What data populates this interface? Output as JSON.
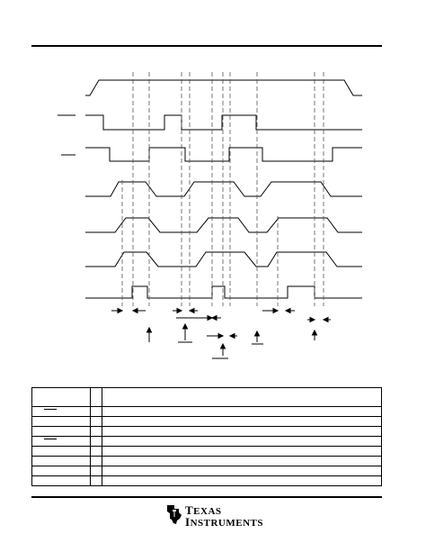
{
  "footer": {
    "logo_line1": "Texas",
    "logo_line2": "Instruments",
    "logo_icon": "ti-state-logo"
  },
  "table": {
    "header_rows": 1,
    "body_rows": 8,
    "columns": 3
  }
}
